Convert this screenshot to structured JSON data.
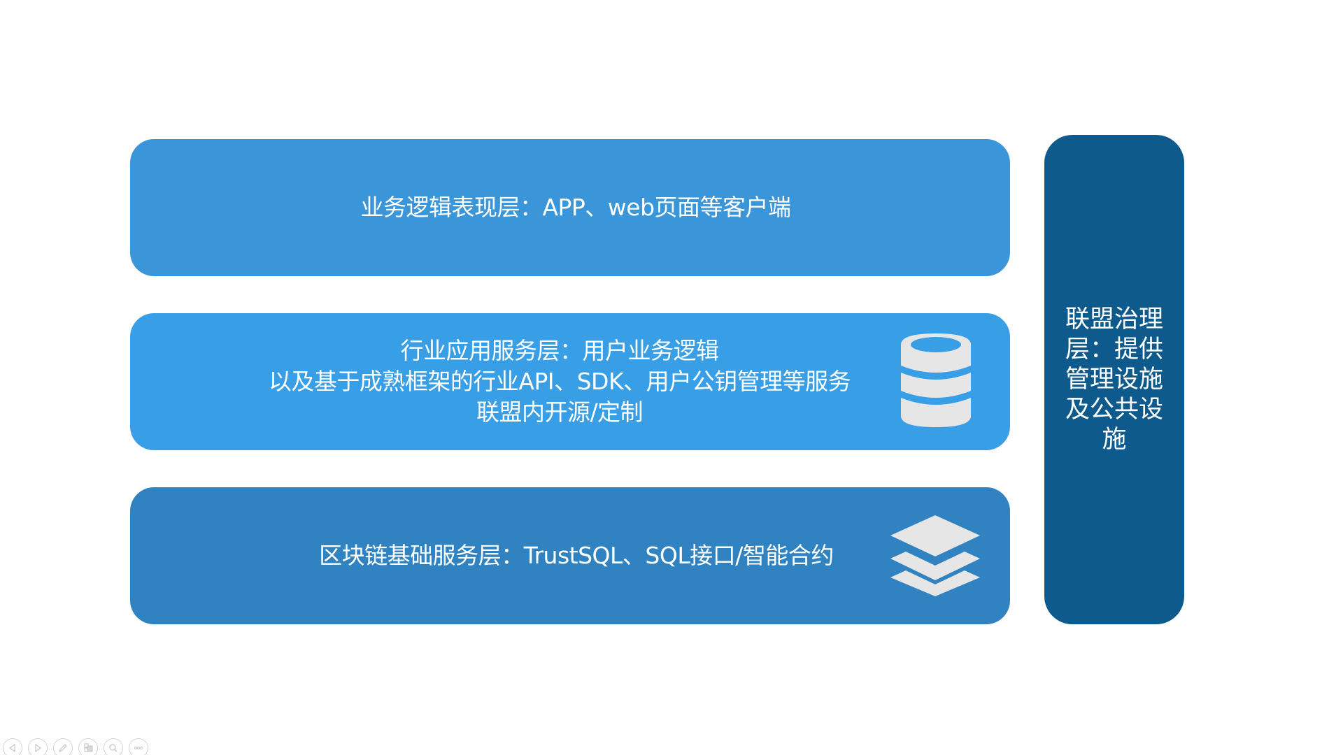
{
  "colors": {
    "layer_1": "#3a96d8",
    "layer_2": "#389ee6",
    "layer_3": "#3083c0",
    "governance": "#0f5a8c",
    "icon_fill": "#e6e6e6",
    "control_stroke": "#d4d4d4"
  },
  "layers": [
    {
      "id": "presentation",
      "lines": [
        "业务逻辑表现层：APP、web页面等客户端"
      ],
      "icon": null
    },
    {
      "id": "application-service",
      "lines": [
        "行业应用服务层：用户业务逻辑",
        "以及基于成熟框架的行业API、SDK、用户公钥管理等服务",
        "联盟内开源/定制"
      ],
      "icon": "database-icon"
    },
    {
      "id": "blockchain-base",
      "lines": [
        "区块链基础服务层：TrustSQL、SQL接口/智能合约"
      ],
      "icon": "layers-icon"
    }
  ],
  "governance": {
    "text": "联盟治理层：提供管理设施及公共设施"
  },
  "controls": [
    {
      "name": "previous-slide-button",
      "icon": "triangle-left-icon"
    },
    {
      "name": "next-slide-button",
      "icon": "triangle-right-icon"
    },
    {
      "name": "pen-tool-button",
      "icon": "pen-icon"
    },
    {
      "name": "slide-sorter-button",
      "icon": "slides-grid-icon"
    },
    {
      "name": "zoom-button",
      "icon": "magnifier-icon"
    },
    {
      "name": "more-options-button",
      "icon": "ellipsis-icon"
    }
  ]
}
